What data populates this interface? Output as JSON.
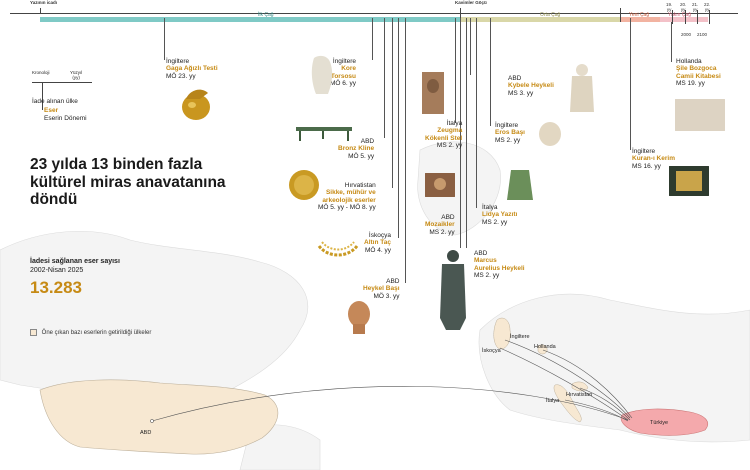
{
  "timeline": {
    "start_label": "Yazının icadı",
    "mid_label": "Kavimler Göçü",
    "eras": [
      {
        "name": "İlk Çağ",
        "color": "#7fcac6"
      },
      {
        "name": "Orta Çağ",
        "color": "#d9d7a8"
      },
      {
        "name": "Yeni Çağ",
        "color": "#f2b3a1"
      },
      {
        "name": "Yakın Çağ",
        "color": "#f3c1c8"
      }
    ],
    "centuries": [
      "19.\nyy",
      "20.\nyy",
      "21.\nyy",
      "22.\nyy"
    ],
    "years": [
      "2000",
      "2100"
    ]
  },
  "legend": {
    "kronoloji": "Kronoloji",
    "yuzyil": "Yüzyıl\n(yy)",
    "country": "İade alınan ülke",
    "artifact": "Eser",
    "period": "Eserin Dönemi"
  },
  "headline": "23 yılda 13 binden fazla kültürel miras anavatanına döndü",
  "stats": {
    "label": "İadesi sağlanan eser sayısı",
    "range": "2002-Nisan 2025",
    "value": "13.283"
  },
  "entries": [
    {
      "country": "İngiltere",
      "artifact": "Gaga Ağızlı Testi",
      "period": "MÖ 23. yy"
    },
    {
      "country": "İngiltere",
      "artifact": "Kore\nTorsosu",
      "period": "MÖ 6. yy"
    },
    {
      "country": "ABD",
      "artifact": "Bronz Kline",
      "period": "MÖ 5. yy"
    },
    {
      "country": "Hırvatistan",
      "artifact": "Sikke, mühür ve\narkeolojik eserler",
      "period": "MÖ 5. yy - MÖ 8. yy"
    },
    {
      "country": "İskoçya",
      "artifact": "Altın Taç",
      "period": "MÖ 4. yy"
    },
    {
      "country": "ABD",
      "artifact": "Heykel Başı",
      "period": "MÖ 3. yy"
    },
    {
      "country": "İtalya",
      "artifact": "Zeugma\nKökenli Stel",
      "period": "MS 2. yy"
    },
    {
      "country": "ABD",
      "artifact": "Mozaikler",
      "period": "MS 2. yy"
    },
    {
      "country": "ABD",
      "artifact": "Marcus\nAurelius Heykeli",
      "period": "MS 2. yy"
    },
    {
      "country": "ABD",
      "artifact": "Kybele Heykeli",
      "period": "MS 3. yy"
    },
    {
      "country": "İngiltere",
      "artifact": "Eros Başı",
      "period": "MS 2. yy"
    },
    {
      "country": "İtalya",
      "artifact": "Lidya Yazıtı",
      "period": "MS 2. yy"
    },
    {
      "country": "İngiltere",
      "artifact": "Kuran-ı Kerim",
      "period": "MS 16. yy"
    },
    {
      "country": "Hollanda",
      "artifact": "Şile Bozgoca\nCamii Kitabesi",
      "period": "MS 19. yy"
    }
  ],
  "map": {
    "legend": "Öne çıkan bazı eserlerin getirildiği ülkeler",
    "labels": [
      "İngiltere",
      "Hollanda",
      "İskoçya",
      "Hırvatistan",
      "İtalya",
      "ABD",
      "Türkiye"
    ],
    "highlight_color": "#f7e8d2",
    "turkey_color": "#f4a9ac"
  }
}
